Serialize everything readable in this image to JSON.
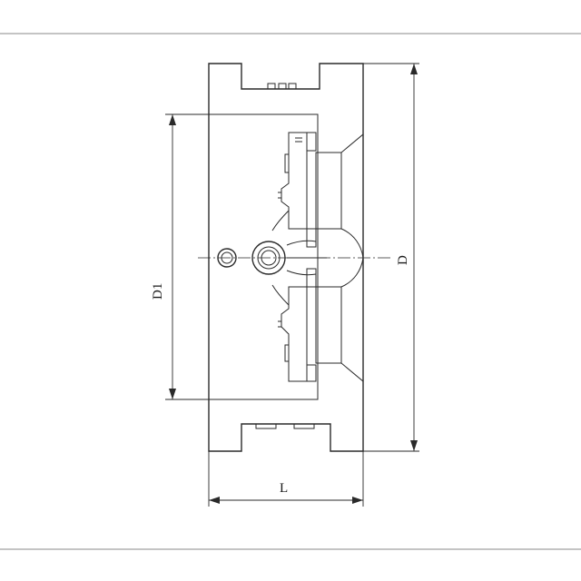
{
  "dimensions": {
    "d1_label": "D1",
    "d_label": "D",
    "l_label": "L"
  },
  "colors": {
    "line": "#2a2a2a",
    "frame": "#8a8a8a",
    "background": "#ffffff"
  }
}
